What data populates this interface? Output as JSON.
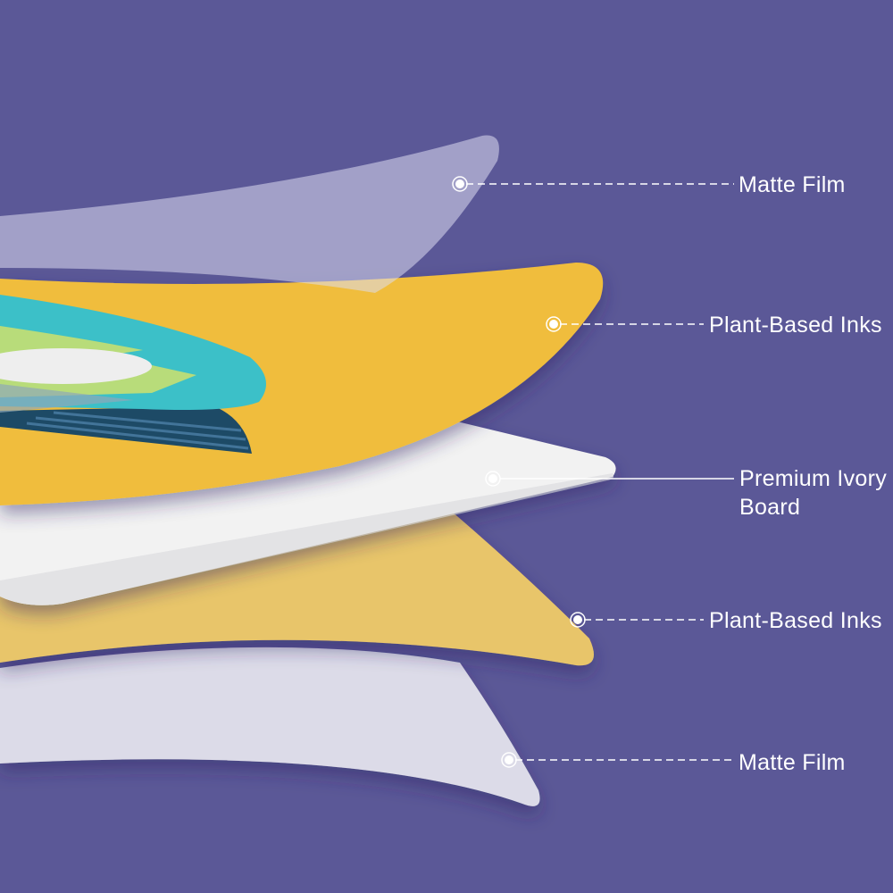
{
  "colors": {
    "background": "#5b5897",
    "matte_film": "#dcdbe8",
    "ink_yellow": "#f0bd3e",
    "ink_yellow_bottom": "#e8c56b",
    "ivory_board": "#f2f2f2",
    "teal": "#3cc0c8",
    "lime": "#b8dc7a",
    "navy": "#1d4a66"
  },
  "layers": [
    {
      "label": "Matte Film"
    },
    {
      "label": "Plant-Based Inks"
    },
    {
      "label": "Premium Ivory Board",
      "line1": "Premium Ivory",
      "line2": "Board"
    },
    {
      "label": "Plant-Based Inks"
    },
    {
      "label": "Matte Film"
    }
  ]
}
